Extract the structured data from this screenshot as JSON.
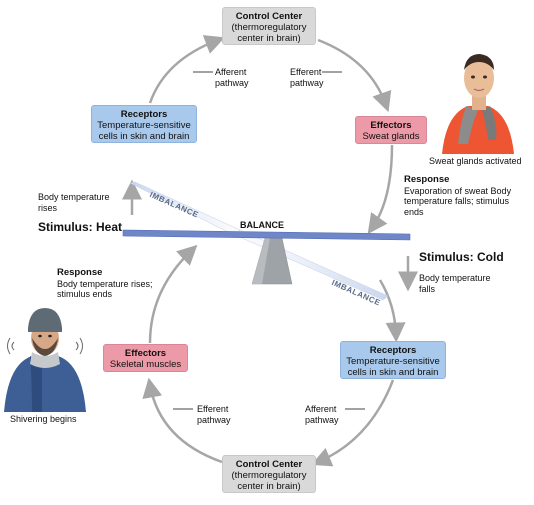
{
  "top": {
    "control": {
      "title": "Control Center",
      "text": "(thermoregulatory center in brain)"
    },
    "afferent": "Afferent pathway",
    "efferent": "Efferent pathway",
    "receptors": {
      "title": "Receptors",
      "text": "Temperature-sensitive cells in skin and brain"
    },
    "effectors": {
      "title": "Effectors",
      "text": "Sweat glands"
    },
    "photo_caption": "Sweat glands activated",
    "response": {
      "title": "Response",
      "text": "Evaporation of sweat Body temperature falls; stimulus ends"
    },
    "rises": "Body temperature rises"
  },
  "center": {
    "stimulus_heat": "Stimulus: Heat",
    "stimulus_cold": "Stimulus: Cold",
    "balance": "BALANCE",
    "imbalance_left": "IMBALANCE",
    "imbalance_right": "IMBALANCE",
    "falls": "Body temperature falls"
  },
  "bottom": {
    "response": {
      "title": "Response",
      "text": "Body temperature rises; stimulus ends"
    },
    "effectors": {
      "title": "Effectors",
      "text": "Skeletal muscles"
    },
    "photo_caption": "Shivering begins",
    "efferent": "Efferent pathway",
    "afferent": "Afferent pathway",
    "receptors": {
      "title": "Receptors",
      "text": "Temperature-sensitive cells in skin and brain"
    },
    "control": {
      "title": "Control Center",
      "text": "(thermoregulatory center in brain)"
    }
  },
  "colors": {
    "control": "#d9d9d9",
    "receptors": "#a9c9ec",
    "effectors": "#ec9aa8",
    "arrow": "#a6a6a6",
    "beam": "#6f86c9"
  },
  "icons": [
    "sweating-man-photo",
    "shivering-man-photo"
  ]
}
